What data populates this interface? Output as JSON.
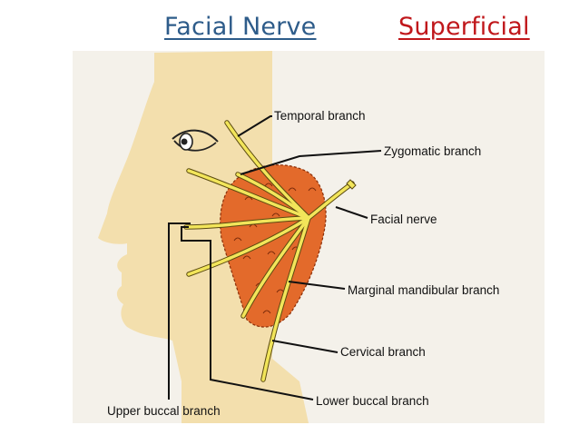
{
  "title": {
    "left": "Facial Nerve",
    "right": "Superficial"
  },
  "colors": {
    "title_left": "#2e5c8a",
    "title_right": "#c0171b",
    "skin": "#f3dfad",
    "page": "#f4f1ea",
    "parotid": "#e36a2b",
    "nerve": "#f2e55a",
    "nerve_outline": "#5a4a10"
  },
  "labels": {
    "temporal": "Temporal branch",
    "zygomatic": "Zygomatic branch",
    "facial_nerve": "Facial nerve",
    "marginal_mandibular": "Marginal mandibular branch",
    "cervical": "Cervical branch",
    "lower_buccal": "Lower buccal branch",
    "upper_buccal": "Upper buccal branch"
  }
}
